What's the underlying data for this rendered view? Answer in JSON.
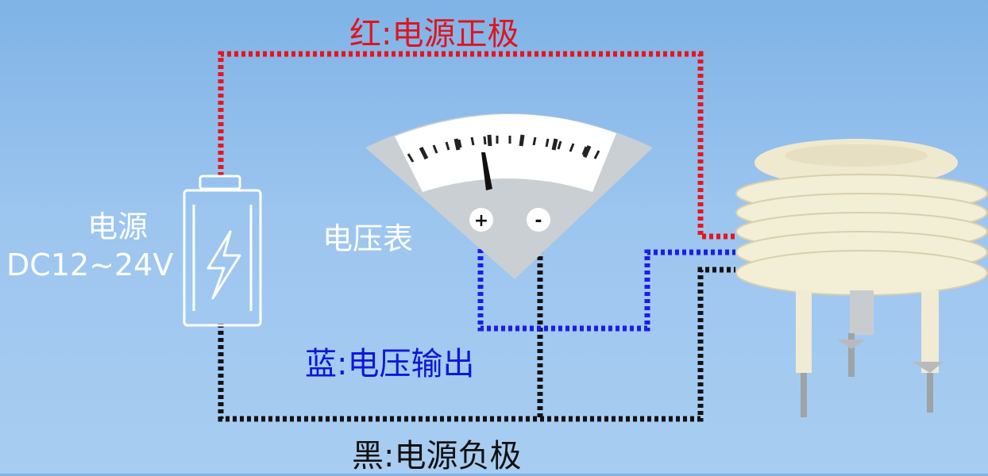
{
  "wires": {
    "red_label": "红:电源正极",
    "blue_label": "蓝:电压输出",
    "black_label": "黑:电源负极",
    "red_color": "#e8141e",
    "blue_color": "#1a1ee6",
    "black_color": "#111111"
  },
  "power_supply": {
    "name": "电源",
    "voltage": "DC12~24V",
    "icon": "battery-lightning-icon"
  },
  "voltmeter": {
    "name": "电压表",
    "positive_symbol": "+",
    "negative_symbol": "-"
  },
  "sensor": {
    "icon": "louvered-sensor-shield"
  }
}
